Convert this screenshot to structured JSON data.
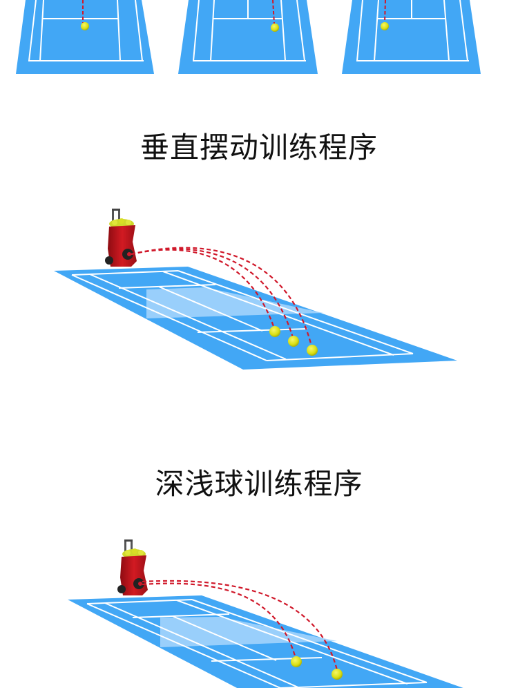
{
  "colors": {
    "court": "#42a7f5",
    "court_highlight": "#a8d6fb",
    "line": "#ffffff",
    "trajectory": "#d0182a",
    "ball": "#e3e81a",
    "machine": "#c0141c",
    "title_text": "#111111",
    "background": "#ffffff"
  },
  "top_courts": {
    "count": 3,
    "description": "three top-down court diagrams each with a ball landing point",
    "balls": [
      "left-center",
      "right",
      "left"
    ]
  },
  "sections": [
    {
      "title": "垂直摆动训练程序",
      "illustration": "ball machine firing three balls along one line at increasing depths",
      "ball_count": 3
    },
    {
      "title": "深浅球训练程序",
      "illustration": "ball machine firing two balls at shallow and deep positions",
      "ball_count": 2
    }
  ]
}
